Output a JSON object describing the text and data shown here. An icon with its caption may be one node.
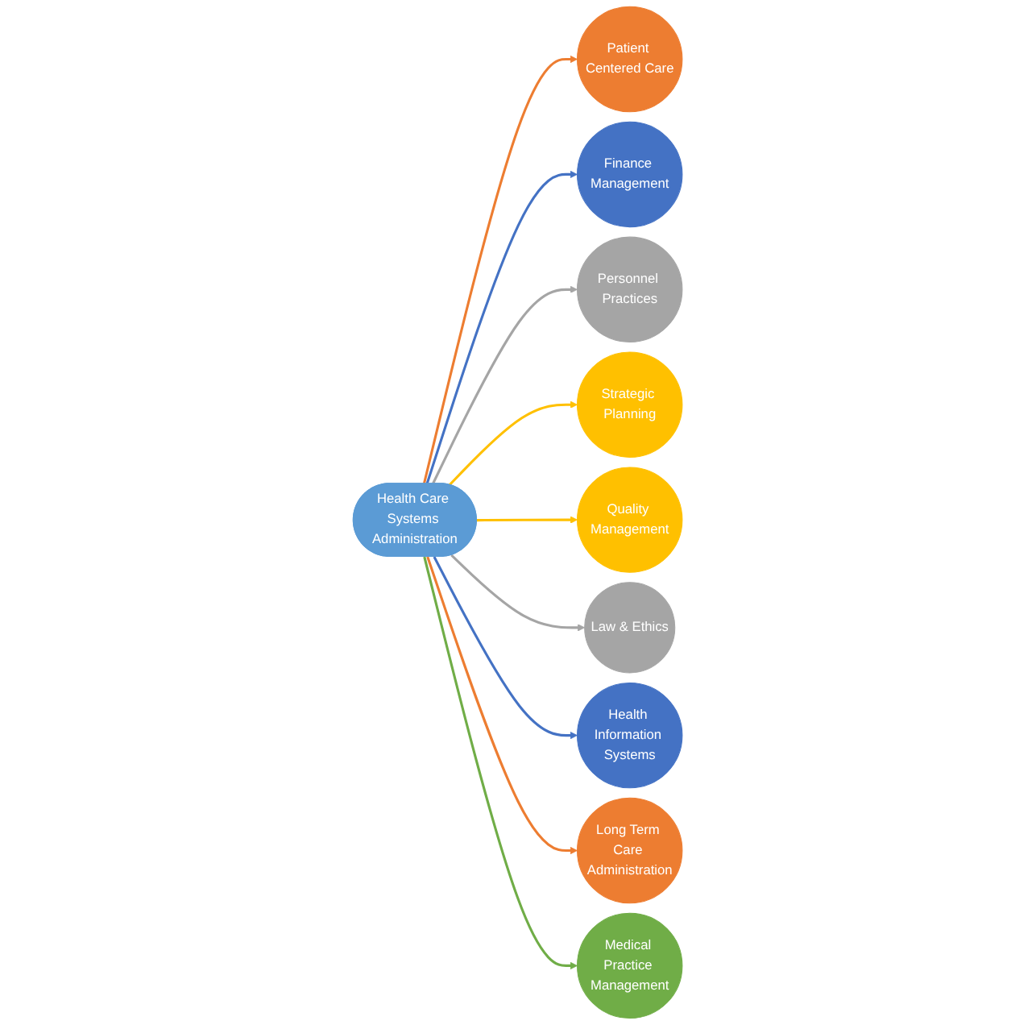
{
  "diagram": {
    "nodes": [
      {
        "text": [
          "Health Care Systems Administration"
        ]
      },
      {
        "text": [
          "Patient Centered Care"
        ]
      },
      {
        "text": [
          "Finance Management"
        ]
      },
      {
        "text": [
          "Personnel Practices"
        ]
      },
      {
        "text": [
          "Strategic Planning"
        ]
      },
      {
        "text": [
          "Quality Management"
        ]
      },
      {
        "text": [
          "Law & Ethics"
        ]
      },
      {
        "text": [
          "Health Information Systems"
        ]
      },
      {
        "text": [
          "Long Term Care Administration"
        ]
      },
      {
        "text": [
          "Medical Practice Management"
        ]
      }
    ],
    "edges": [
      {
        "from": 0,
        "to": 1,
        "arrow": "to",
        "color": "#ed7d31"
      },
      {
        "from": 0,
        "to": 2,
        "arrow": "to",
        "color": "#4472c4"
      },
      {
        "from": 0,
        "to": 3,
        "arrow": "to",
        "color": "#a5a5a5"
      },
      {
        "from": 0,
        "to": 4,
        "arrow": "to",
        "color": "#ffc000"
      },
      {
        "from": 0,
        "to": 5,
        "arrow": "to",
        "color": "#ffc000"
      },
      {
        "from": 0,
        "to": 6,
        "arrow": "to",
        "color": "#a5a5a5"
      },
      {
        "from": 0,
        "to": 7,
        "arrow": "to",
        "color": "#4472c4"
      },
      {
        "from": 0,
        "to": 8,
        "arrow": "to",
        "color": "#ed7d31"
      },
      {
        "from": 0,
        "to": 9,
        "arrow": "to",
        "color": "#70ad47"
      }
    ]
  }
}
